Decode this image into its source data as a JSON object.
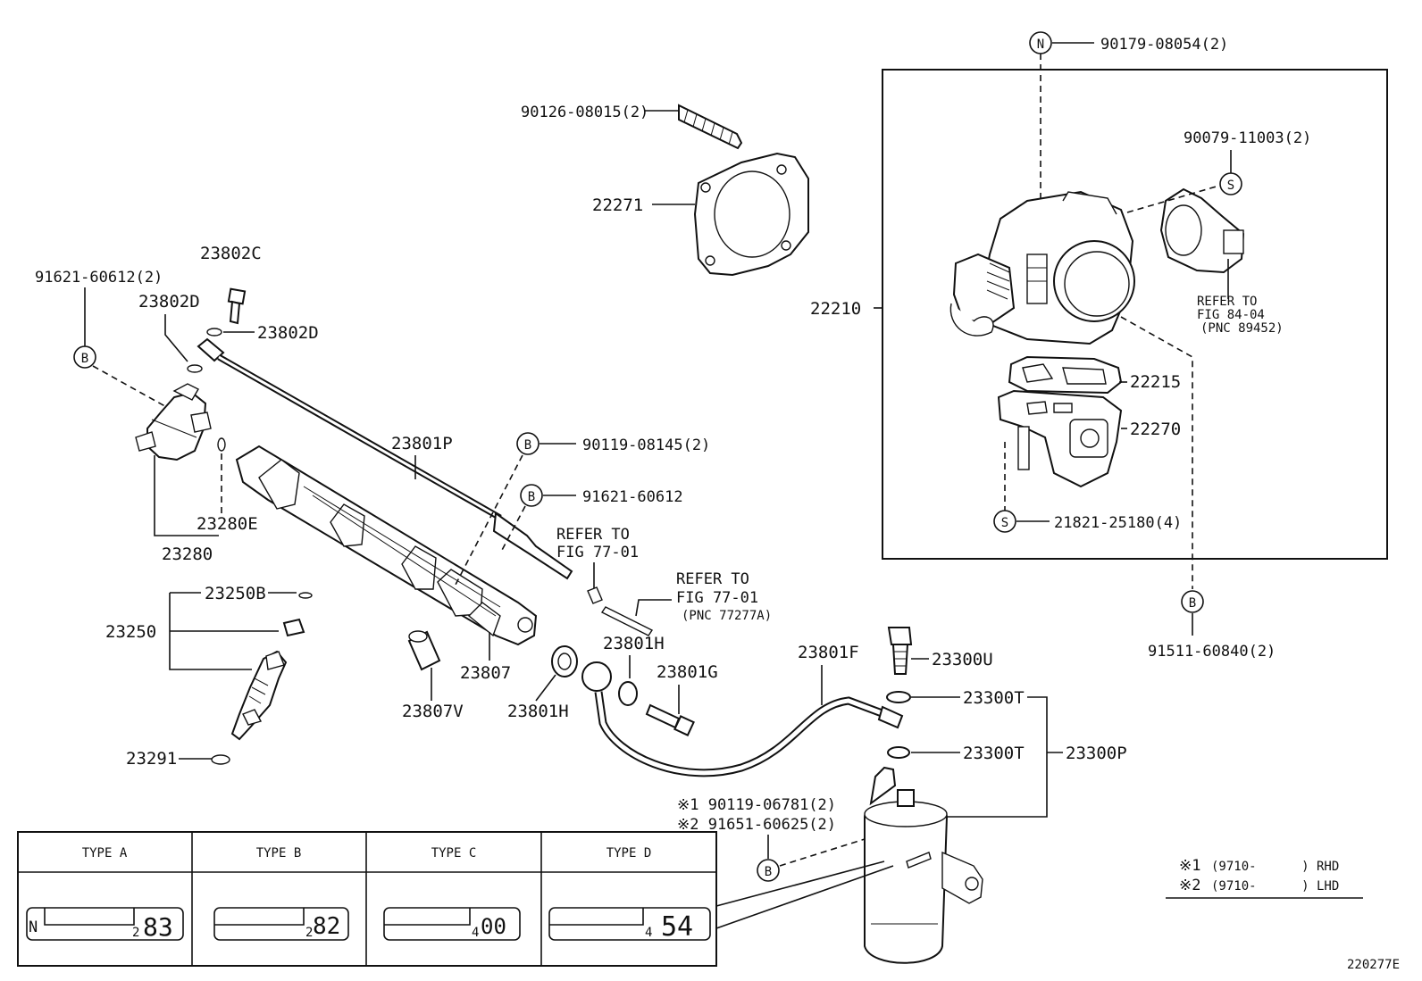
{
  "callouts": {
    "n_90179": "90179-08054(2)",
    "p_90126": "90126-08015(2)",
    "p_22271": "22271",
    "p_90079": "90079-11003(2)",
    "p_22210": "22210",
    "refer_84_line1": "REFER TO",
    "refer_84_line2": "FIG 84-04",
    "refer_84_line3": "(PNC 89452)",
    "p_22215": "22215",
    "p_22270": "22270",
    "s_21821": "21821-25180(4)",
    "b_91511": "91511-60840(2)",
    "p_23802c": "23802C",
    "p_91621_2": "91621-60612(2)",
    "p_23802d_a": "23802D",
    "p_23802d_b": "23802D",
    "p_23801p": "23801P",
    "b_90119_08145": "90119-08145(2)",
    "b_91621": "91621-60612",
    "refer_77_a_line1": "REFER TO",
    "refer_77_a_line2": "FIG 77-01",
    "refer_77_b_line1": "REFER TO",
    "refer_77_b_line2": "FIG 77-01",
    "refer_77_b_line3": "(PNC 77277A)",
    "p_23280e": "23280E",
    "p_23280": "23280",
    "p_23250b": "23250B",
    "p_23250": "23250",
    "p_23807": "23807",
    "p_23807v": "23807V",
    "p_23801h_a": "23801H",
    "p_23801h_b": "23801H",
    "p_23801g": "23801G",
    "p_23801f": "23801F",
    "p_23300u": "23300U",
    "p_23300t_a": "23300T",
    "p_23300t_b": "23300T",
    "p_23300p": "23300P",
    "p_23291": "23291",
    "m1_90119": "※1 90119-06781(2)",
    "m2_91651": "※2 91651-60625(2)"
  },
  "symbols": {
    "n": "N",
    "s": "S",
    "b": "B"
  },
  "type_table": {
    "headers": [
      "TYPE A",
      "TYPE B",
      "TYPE C",
      "TYPE D"
    ],
    "cells": [
      {
        "prefix": "N",
        "sub": "2",
        "value": "83"
      },
      {
        "prefix": "",
        "sub": "2",
        "value": "82"
      },
      {
        "prefix": "",
        "sub": "4",
        "value": "00"
      },
      {
        "prefix": "",
        "sub": "4",
        "value": "54"
      }
    ]
  },
  "legend": {
    "row1_mark": "※1",
    "row1_text": "(9710-      ) RHD",
    "row2_mark": "※2",
    "row2_text": "(9710-      ) LHD"
  },
  "figure_id": "220277E"
}
